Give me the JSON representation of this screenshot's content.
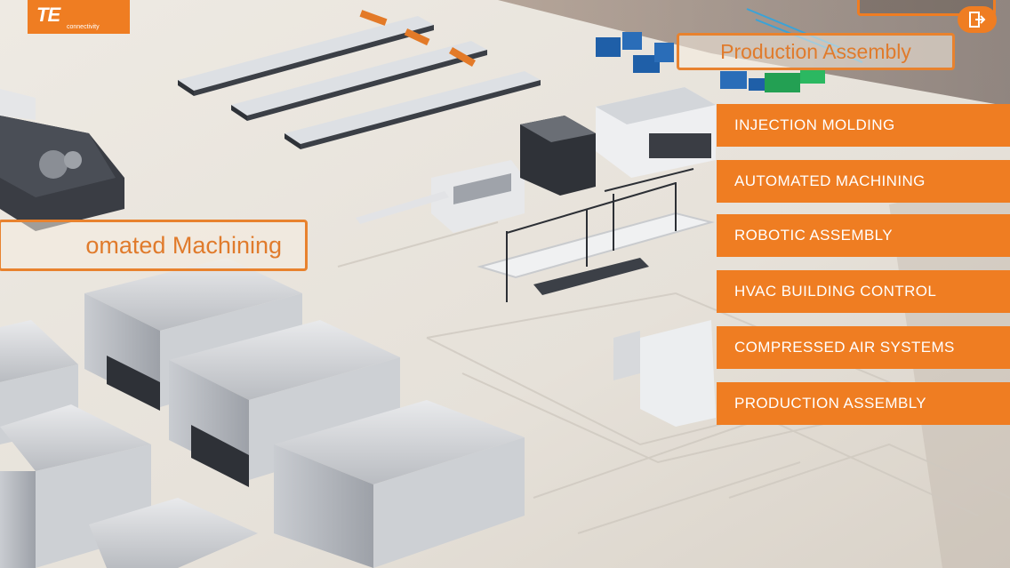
{
  "brand": {
    "logo_mark": "TE",
    "logo_subtitle": "connectivity"
  },
  "scene_labels": {
    "production_assembly": "Production Assembly",
    "automated_machining": "omated Machining"
  },
  "menu": {
    "items": [
      {
        "label": "INJECTION MOLDING"
      },
      {
        "label": "AUTOMATED MACHINING"
      },
      {
        "label": "ROBOTIC ASSEMBLY"
      },
      {
        "label": "HVAC BUILDING CONTROL"
      },
      {
        "label": "COMPRESSED AIR SYSTEMS"
      },
      {
        "label": "PRODUCTION ASSEMBLY"
      }
    ]
  },
  "colors": {
    "accent": "#ef7d22",
    "floor": "#e9e4dc"
  },
  "icons": {
    "exit": "exit-icon"
  }
}
